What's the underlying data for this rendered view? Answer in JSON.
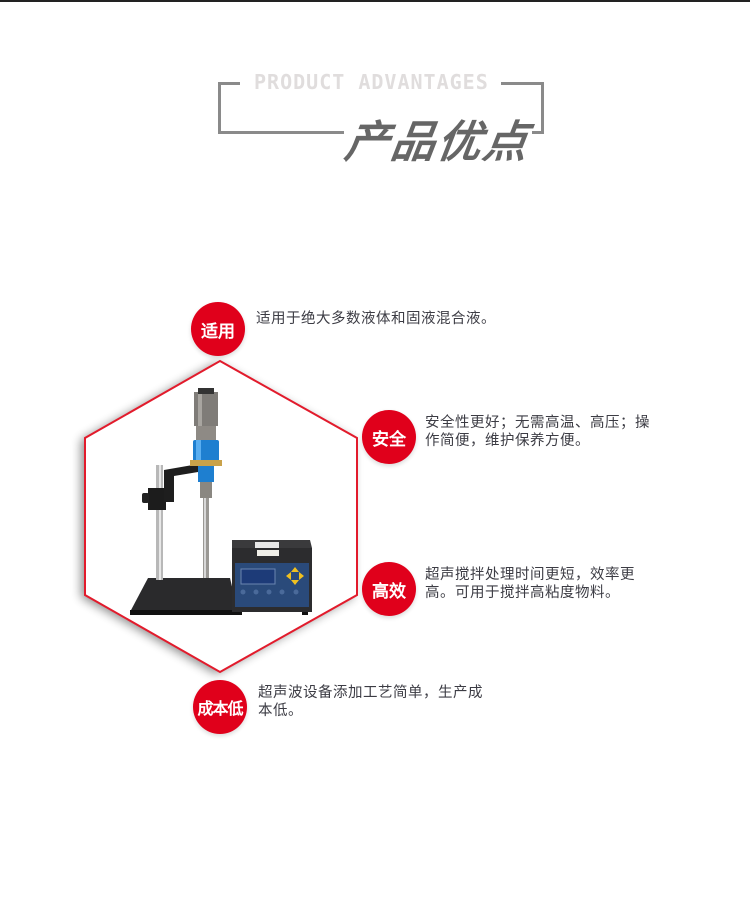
{
  "header": {
    "en_title": "PRODUCT ADVANTAGES",
    "cn_title": "产品优点"
  },
  "colors": {
    "accent": "#e0001b",
    "frame": "#8a8a8a",
    "title": "#666666",
    "subtitle": "#e0dddd",
    "text": "#3c3c44"
  },
  "product_image": {
    "icon": "ultrasonic-homogenizer-image"
  },
  "features": [
    {
      "badge": "适用",
      "lines": [
        "适用于绝大多数液体和固液混合液。"
      ]
    },
    {
      "badge": "安全",
      "lines": [
        "安全性更好；无需高温、高压；操",
        "作简便，维护保养方便。"
      ]
    },
    {
      "badge": "高效",
      "lines": [
        "超声搅拌处理时间更短，效率更",
        "高。可用于搅拌高粘度物料。"
      ]
    },
    {
      "badge": "成本低",
      "lines": [
        "超声波设备添加工艺简单，生产成",
        "本低。"
      ]
    }
  ]
}
